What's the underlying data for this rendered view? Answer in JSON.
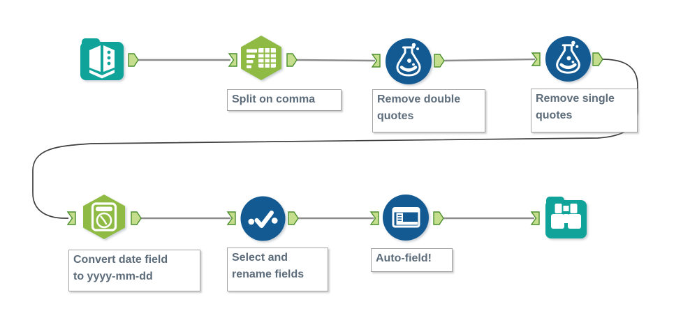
{
  "canvas": {
    "annotations": {
      "split_on_comma": "Split on comma",
      "remove_double_quotes": "Remove double\nquotes",
      "remove_single_quotes": "Remove single\nquotes",
      "convert_date_field": "Convert date field\nto yyyy-mm-dd",
      "select_and_rename": "Select and\nrename fields",
      "auto_field": "Auto-field!"
    },
    "icons": {
      "input_data": "input-data-book-icon",
      "text_to_columns": "text-to-columns-icon",
      "formula_remove_double": "formula-flask-icon",
      "formula_remove_single": "formula-flask-icon",
      "datetime": "datetime-calendar-clock-icon",
      "select": "select-checkmark-icon",
      "auto_field": "auto-field-window-icon",
      "browse": "browse-binoculars-icon"
    },
    "colors": {
      "teal": "#0FA39A",
      "green": "#8FBB45",
      "blue": "#135A92",
      "anchor_fill": "#C5DE8D",
      "anchor_stroke": "#4C8F2F",
      "wire": "#8C8C8C",
      "curve_wire": "#3F3F3F",
      "annotation_text": "#5D6C7A",
      "annotation_border": "#A3A3A3"
    }
  }
}
